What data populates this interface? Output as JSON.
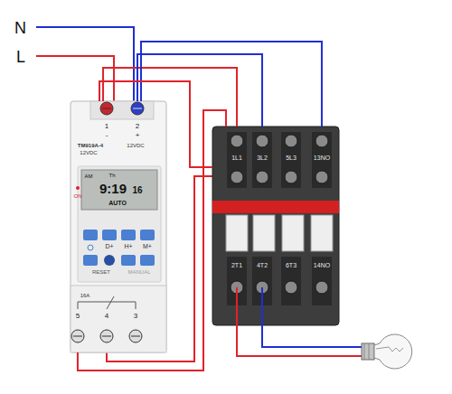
{
  "diagram": {
    "nodes": [
      {
        "text": [
          "1",
          "2",
          "-",
          "+",
          "TM919A-4",
          "12VDC",
          "12VDC",
          "ON",
          "AM",
          "Th",
          "9:19",
          "16",
          "AUTO",
          "D+",
          "H+",
          "M+",
          "RESET",
          "MANUAL",
          "16A",
          "5",
          "4",
          "3"
        ]
      },
      {
        "text": [
          "1L1",
          "3L2",
          "5L3",
          "13NO",
          "2T1",
          "4T2",
          "6T3",
          "14NO"
        ]
      }
    ],
    "edges": [
      {
        "from": 0,
        "to": 1,
        "arrow": "none"
      },
      {
        "from": 0,
        "to": 1,
        "arrow": "none"
      },
      {
        "from": 0,
        "to": 1,
        "arrow": "none"
      },
      {
        "from": 0,
        "to": 1,
        "arrow": "none"
      },
      {
        "from": 0,
        "to": 1,
        "arrow": "none"
      }
    ],
    "labels": [
      "N",
      "L"
    ]
  }
}
